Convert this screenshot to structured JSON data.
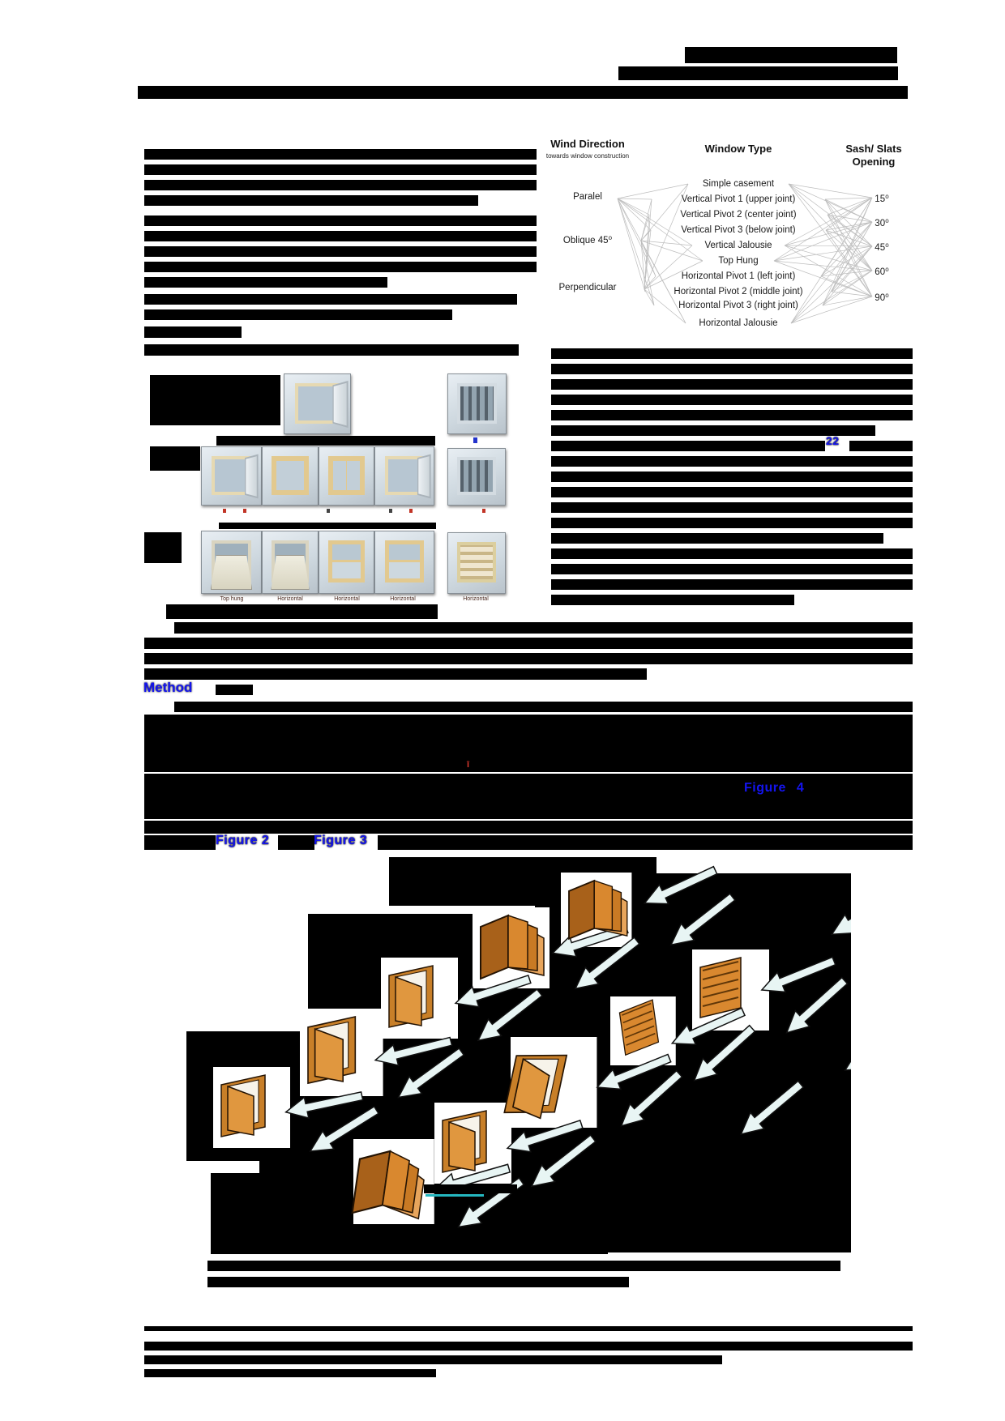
{
  "document": {
    "kind": "redacted academic paper page",
    "background": "#ffffff"
  },
  "figure_matrix": {
    "wind_direction": {
      "title": "Wind Direction",
      "subtitle": "towards window construction",
      "items": [
        "Paralel",
        "Oblique 45⁰",
        "Perpendicular"
      ]
    },
    "window_type": {
      "title": "Window Type",
      "items": [
        "Simple casement",
        "Vertical Pivot 1 (upper joint)",
        "Vertical Pivot 2 (center joint)",
        "Vertical Pivot 3 (below joint)",
        "Vertical Jalousie",
        "Top Hung",
        "Horizontal Pivot 1 (left joint)",
        "Horizontal Pivot 2 (middle joint)",
        "Horizontal Pivot 3 (right joint)",
        "Horizontal Jalousie"
      ]
    },
    "sash_opening": {
      "title_line1": "Sash/ Slats",
      "title_line2": "Opening",
      "items": [
        "15⁰",
        "30⁰",
        "45⁰",
        "60⁰",
        "90⁰"
      ]
    }
  },
  "window_photos": {
    "row3_caption_fragments": [
      "Top hung",
      "Horizontal",
      "Horizontal",
      "Horizontal",
      "Horizontal"
    ]
  },
  "inline_links": {
    "ref_22": "22",
    "figure_2": "Figure 2",
    "figure_3": "Figure 3",
    "figure_4": "Figure 4"
  },
  "headings": {
    "method": "Method"
  },
  "footnote_marker": "ī",
  "colors": {
    "link_blue": "#1414ee",
    "redaction_black": "#000000",
    "window_orange": "#cf7e22",
    "arrow_fill": "#e8f5f4",
    "teal_link": "#25b7c0",
    "caption_red": "#c23527"
  }
}
